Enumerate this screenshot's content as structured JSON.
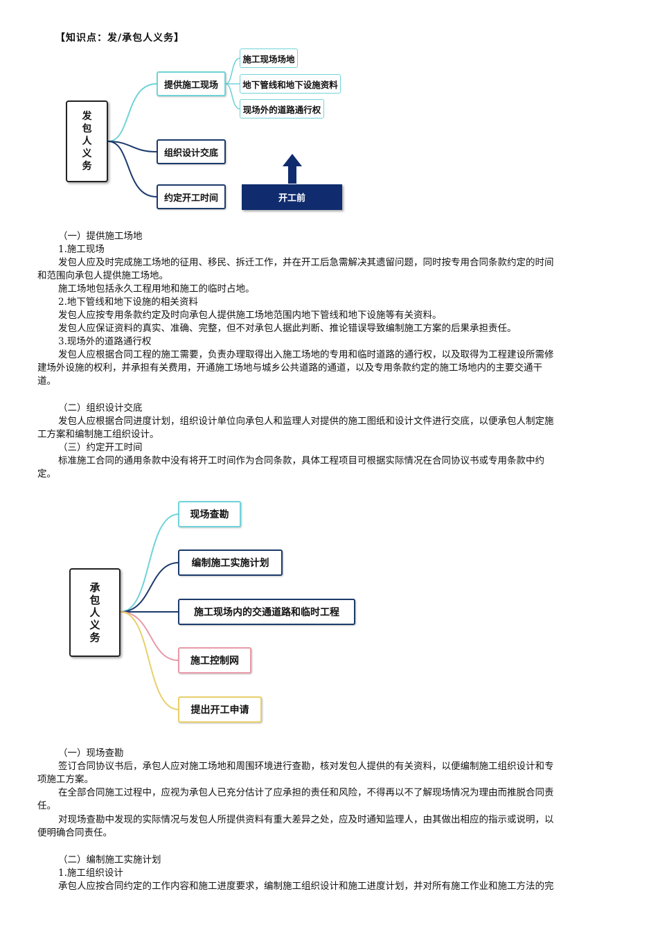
{
  "heading": "【知识点：发/承包人义务】",
  "diagram1": {
    "root_chars": [
      "发",
      "包",
      "人",
      "义",
      "务"
    ],
    "branches": [
      "提供施工现场",
      "组织设计交底",
      "约定开工时间"
    ],
    "sub_branches": [
      "施工现场场地",
      "地下管线和地下设施资料",
      "现场外的道路通行权"
    ],
    "callout_label": "开工前"
  },
  "section1_lines": [
    "（一）提供施工场地",
    "1.施工现场",
    "发包人应及时完成施工场地的征用、移民、拆迁工作，并在开工后急需解决其遗留问题，同时按专用合同条款约定的时间",
    "和范围向承包人提供施工场地。",
    "施工场地包括永久工程用地和施工的临时占地。",
    "2.地下管线和地下设施的相关资料",
    "发包人应按专用条款约定及时向承包人提供施工场地范围内地下管线和地下设施等有关资料。",
    "发包人应保证资料的真实、准确、完整，但不对承包人据此判断、推论错误导致编制施工方案的后果承担责任。",
    "3.现场外的道路通行权",
    "发包人应根据合同工程的施工需要，负责办理取得出入施工场地的专用和临时道路的通行权，以及取得为工程建设所需修",
    "建场外设施的权利，并承担有关费用，开通施工场地与城乡公共道路的通道，以及专用条款约定的施工场地内的主要交通干",
    "道。"
  ],
  "section2_lines": [
    "（二）组织设计交底",
    "发包人应根据合同进度计划，组织设计单位向承包人和监理人对提供的施工图纸和设计文件进行交底，以便承包人制定施",
    "工方案和编制施工组织设计。",
    "（三）约定开工时间",
    "标准施工合同的通用条款中没有将开工时间作为合同条款，具体工程项目可根据实际情况在合同协议书或专用条款中约",
    "定。"
  ],
  "diagram2": {
    "root_chars": [
      "承",
      "包",
      "人",
      "义",
      "务"
    ],
    "branches": [
      "现场查勘",
      "编制施工实施计划",
      "施工现场内的交通道路和临时工程",
      "施工控制网",
      "提出开工申请"
    ]
  },
  "section3_lines": [
    "（一）现场查勘",
    "签订合同协议书后，承包人应对施工场地和周围环境进行查勘，核对发包人提供的有关资料，以便编制施工组织设计和专",
    "项施工方案。",
    "在全部合同施工过程中，应视为承包人已充分估计了应承担的责任和风险，不得再以不了解现场情况为理由而推脱合同责",
    "任。",
    "对现场查勘中发现的实际情况与发包人所提供资料有重大差异之处，应及时通知监理人，由其做出相应的指示或说明，以",
    "便明确合同责任。",
    "（二）编制施工实施计划",
    "1.施工组织设计",
    "承包人应按合同约定的工作内容和施工进度要求，编制施工组织设计和施工进度计划，并对所有施工作业和施工方法的完"
  ],
  "colors": {
    "teal": "#6fd3d8",
    "navy": "#1b3a6b",
    "pink": "#e79aa8",
    "yellow": "#e8cf6a",
    "callout_fill": "#102c6e"
  }
}
